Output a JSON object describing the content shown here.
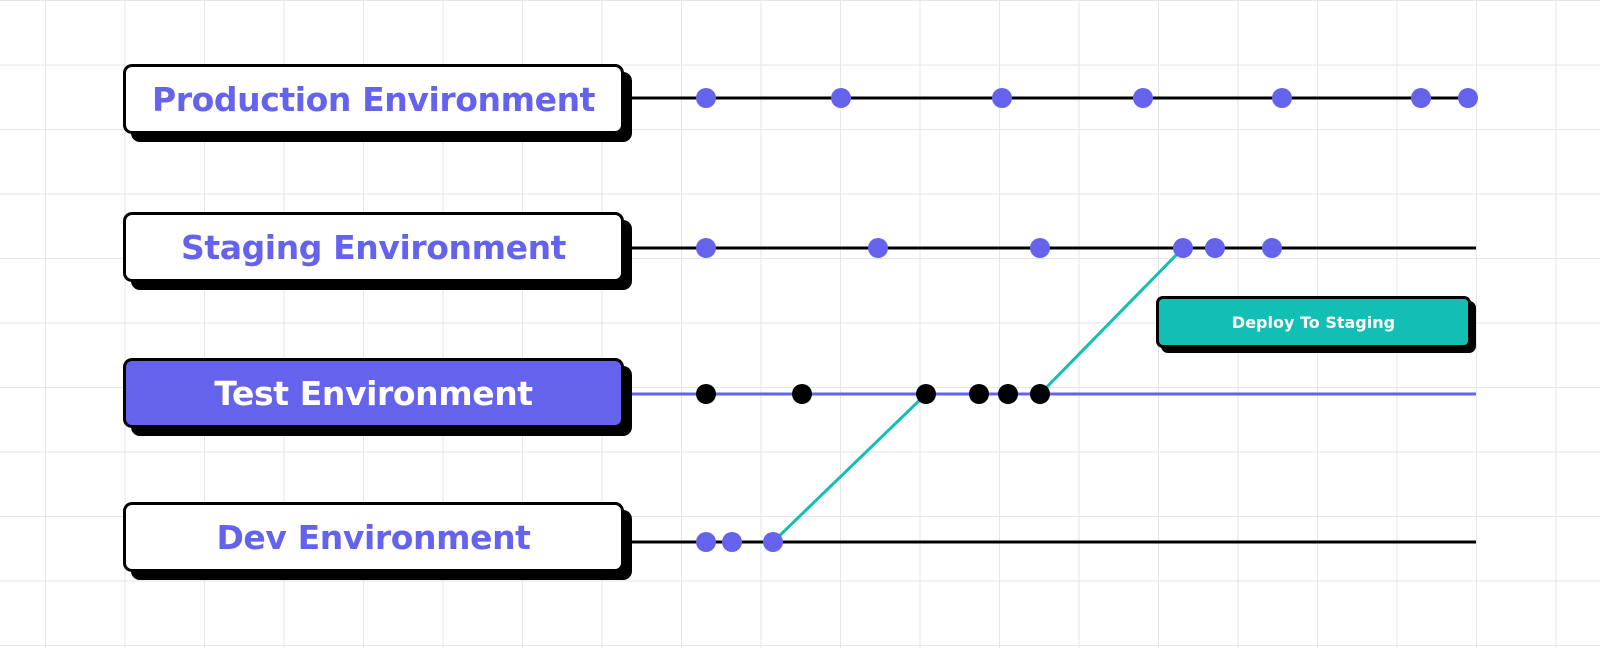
{
  "colors": {
    "accent": "#6563ec",
    "commit_default": "#6563ec",
    "commit_test": "#000000",
    "track_default": "#000000",
    "track_test": "#6563ec",
    "deploy_path": "#13bfb4",
    "action_button": "#13bfb4"
  },
  "environments": [
    {
      "id": "production",
      "label": "Production Environment",
      "highlighted": false,
      "commits": 7
    },
    {
      "id": "staging",
      "label": "Staging Environment",
      "highlighted": false,
      "commits": 6
    },
    {
      "id": "test",
      "label": "Test Environment",
      "highlighted": true,
      "commits": 6
    },
    {
      "id": "dev",
      "label": "Dev Environment",
      "highlighted": false,
      "commits": 3
    }
  ],
  "promotion_path": {
    "from": "dev",
    "via": "test",
    "to": "staging"
  },
  "action": {
    "label": "Deploy To Staging"
  }
}
